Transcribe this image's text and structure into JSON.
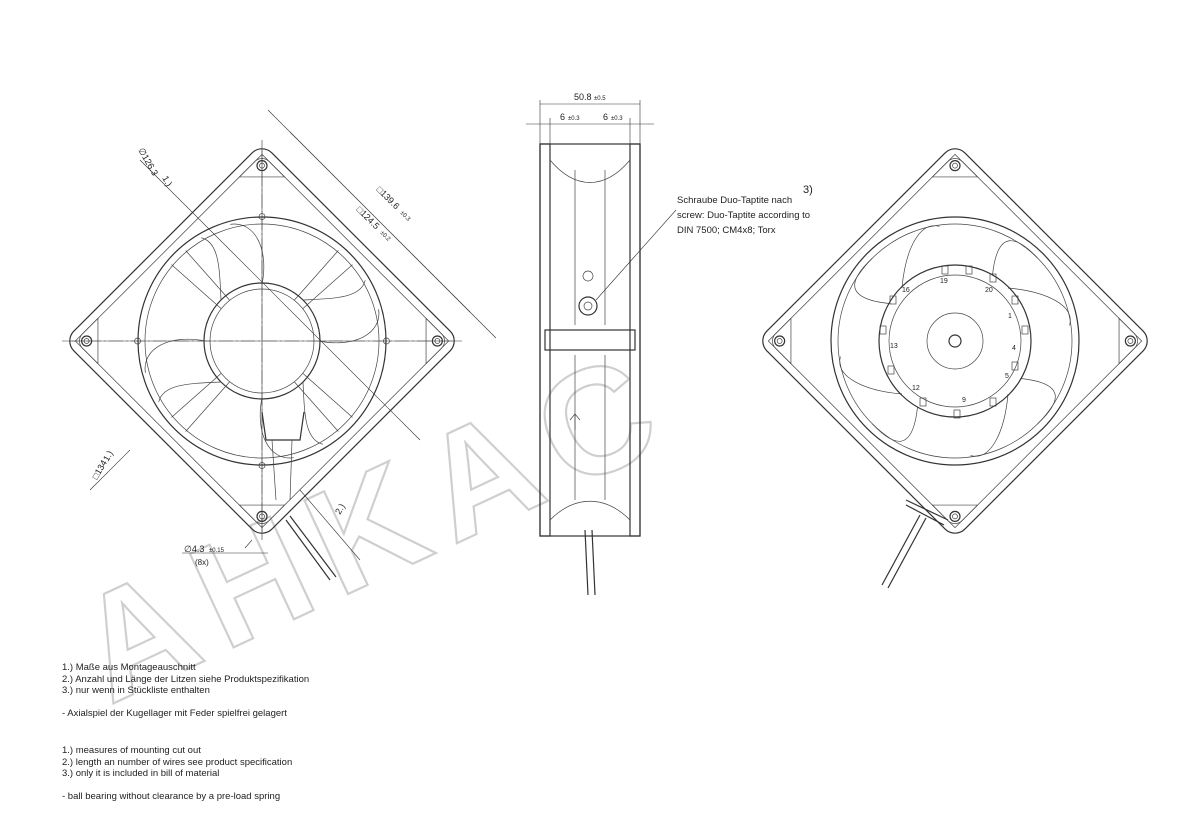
{
  "watermark": "AHKAC",
  "front_view": {
    "dim_diameter": "∅126.3",
    "dim_diameter_note": "1.)",
    "dim_outer": "□139.6",
    "dim_outer_tol": "±0.3",
    "dim_hole_pitch": "□124.5",
    "dim_hole_pitch_tol": "±0.2",
    "dim_cutout": "□134",
    "dim_cutout_note": "1.)",
    "dim_hole": "∅4.3",
    "dim_hole_tol": "±0.15",
    "dim_hole_count": "(8x)",
    "dim_wire": "2.)"
  },
  "side_view": {
    "dim_width": "50.8",
    "dim_width_tol": "±0.5",
    "dim_flange_left": "6",
    "dim_flange_left_tol": "±0.3",
    "dim_flange_right": "6",
    "dim_flange_right_tol": "±0.3",
    "callout_ref": "3)",
    "callout_lines": [
      "Schraube Duo-Taptite nach",
      "screw: Duo-Taptite according to",
      "DIN 7500; CM4x8; Torx"
    ]
  },
  "rear_view": {
    "pin_labels": [
      "16",
      "19",
      "20",
      "1",
      "4",
      "5",
      "9",
      "12",
      "13"
    ]
  },
  "notes_de": [
    "1.) Maße aus Montageauschnitt",
    "2.) Anzahl und Länge der Litzen siehe Produktspezifikation",
    "3.) nur wenn in Stückliste enthalten",
    "",
    "- Axialspiel der Kugellager mit Feder spielfrei gelagert"
  ],
  "notes_en": [
    "1.) measures of mounting cut out",
    "2.) length an number of wires see product specification",
    "3.) only it is included in bill of material",
    "",
    "- ball bearing without clearance by a pre-load spring"
  ]
}
